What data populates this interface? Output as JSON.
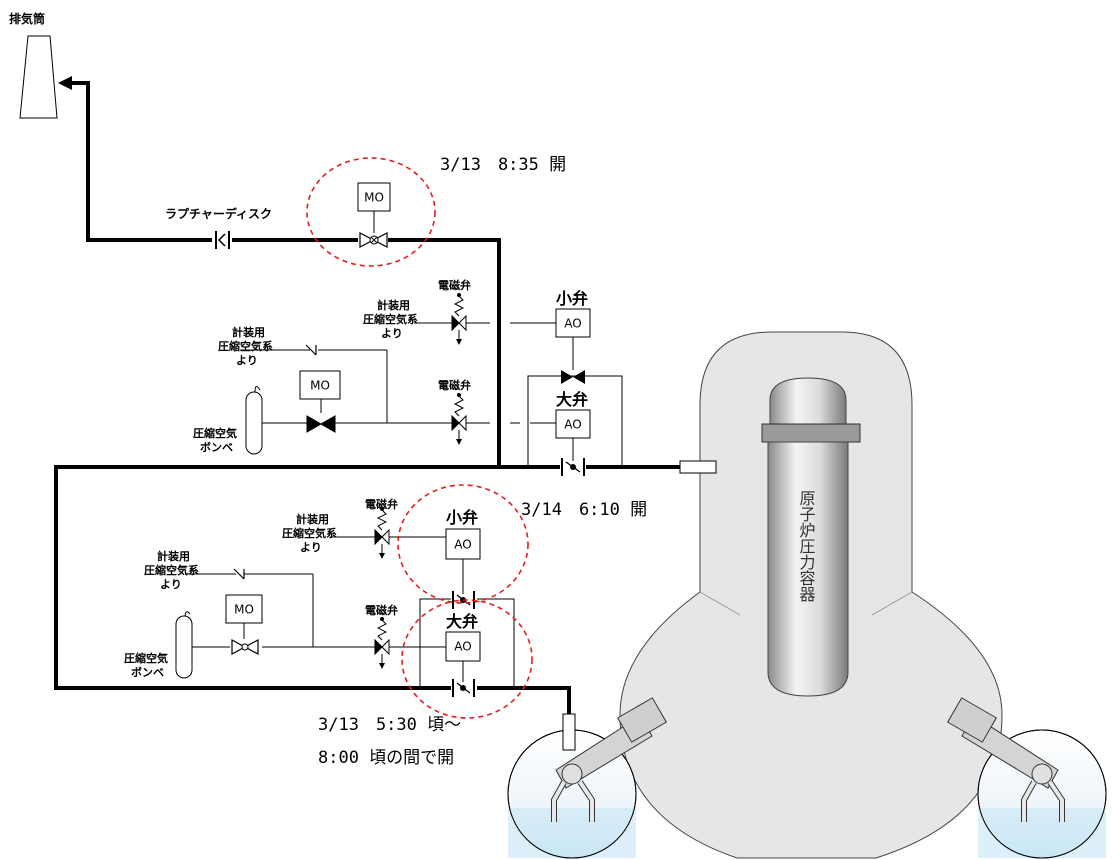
{
  "labels": {
    "stack": "排気筒",
    "rupture_disk": "ラプチャーディスク",
    "solenoid_valve": "電磁弁",
    "small_valve": "小弁",
    "large_valve": "大弁",
    "instrument_air_line1": "計装用",
    "instrument_air_line2": "圧縮空気系",
    "instrument_air_line3": "より",
    "cylinder_line1": "圧縮空気",
    "cylinder_line2": "ボンベ",
    "mo": "MO",
    "ao": "AO",
    "rpv": "原子炉圧力容器"
  },
  "annotations": {
    "mo_open": "3/13　8:35 開",
    "dw_small_open": "3/14　6:10 開",
    "wetwell_line1": "3/13　5:30 頃～",
    "wetwell_line2": "8:00 頃の間で開"
  },
  "colors": {
    "highlight_circle": "#e02020",
    "pipe": "#000000",
    "vessel_fill": "#e0e0e0",
    "water": "#cfe9f7"
  }
}
